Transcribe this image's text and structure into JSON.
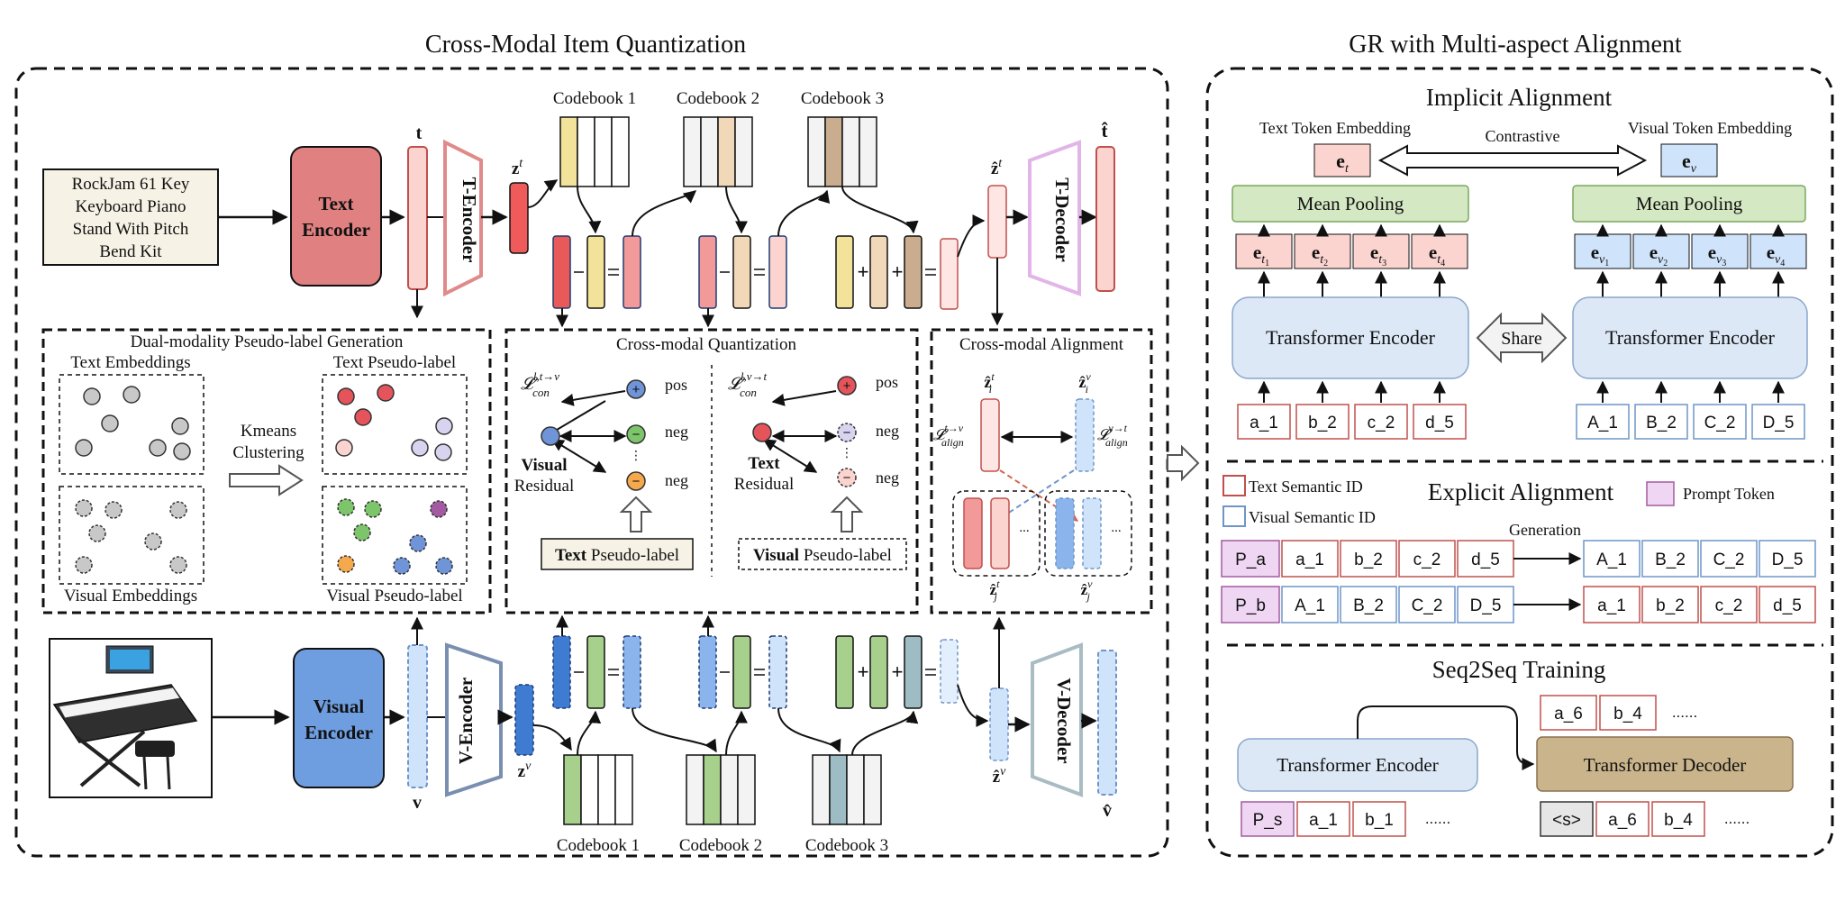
{
  "left_title": "Cross-Modal Item Quantization",
  "right_title": "GR with Multi-aspect Alignment",
  "item_text": [
    "RockJam 61 Key",
    "Keyboard Piano",
    "Stand With Pitch",
    "Bend Kit"
  ],
  "text_encoder": [
    "Text",
    "Encoder"
  ],
  "visual_encoder": [
    "Visual",
    "Encoder"
  ],
  "t_encoder": "T-Encoder",
  "t_decoder": "T-Decoder",
  "v_encoder": "V-Encoder",
  "v_decoder": "V-Decoder",
  "vec_t": "t",
  "vec_zt": "z",
  "vec_zt_sup": "t",
  "vec_zhat_t": "ẑ",
  "vec_that": "t̂",
  "vec_v": "v",
  "vec_zv": "z",
  "vec_zv_sup": "v",
  "vec_zhat_v": "ẑ",
  "vec_vhat": "v̂",
  "codebooks_top": [
    "Codebook 1",
    "Codebook 2",
    "Codebook 3"
  ],
  "codebooks_bottom": [
    "Codebook 1",
    "Codebook 2",
    "Codebook 3"
  ],
  "pseudo_gen": {
    "title": "Dual-modality Pseudo-label Generation",
    "text_emb": "Text Embeddings",
    "text_pl": "Text Pseudo-label",
    "visual_emb": "Visual Embeddings",
    "visual_pl": "Visual Pseudo-label",
    "kmeans": [
      "Kmeans",
      "Clustering"
    ]
  },
  "cm_quant": {
    "title": "Cross-modal Quantization",
    "loss_left": "𝓛",
    "loss_left_sup": "l,t→v",
    "loss_left_sub": "con",
    "loss_right": "𝓛",
    "loss_right_sup": "l,v→t",
    "loss_right_sub": "con",
    "pos": "pos",
    "neg": "neg",
    "left_residual": [
      "Visual",
      "Residual"
    ],
    "right_residual": [
      "Text",
      "Residual"
    ],
    "left_pl_bold": "Text",
    "left_pl_rest": " Pseudo-label",
    "right_pl_bold": "Visual",
    "right_pl_rest": " Pseudo-label"
  },
  "cm_align": {
    "title": "Cross-modal Alignment",
    "loss_left_sup": "t→v",
    "loss_left_sub": "align",
    "loss_right_sup": "v→t",
    "loss_right_sub": "align",
    "zi_t": "ẑ",
    "zi_v": "ẑ",
    "zj_t": "ẑ",
    "zj_v": "ẑ",
    "dots": "..."
  },
  "implicit": {
    "title": "Implicit Alignment",
    "text_token_emb": "Text Token Embedding",
    "visual_token_emb": "Visual Token Embedding",
    "contrastive": "Contrastive",
    "e_t": "e",
    "e_t_sub": "t",
    "e_v": "e",
    "e_v_sub": "v",
    "mean_pooling": "Mean Pooling",
    "text_tokens": [
      "t1",
      "t2",
      "t3",
      "t4"
    ],
    "visual_tokens": [
      "v1",
      "v2",
      "v3",
      "v4"
    ],
    "transformer_encoder": "Transformer Encoder",
    "share": "Share",
    "text_ids": [
      "a_1",
      "b_2",
      "c_2",
      "d_5"
    ],
    "visual_ids": [
      "A_1",
      "B_2",
      "C_2",
      "D_5"
    ]
  },
  "explicit": {
    "title": "Explicit Alignment",
    "legend_text": "Text Semantic ID",
    "legend_visual": "Visual Semantic ID",
    "legend_prompt": "Prompt Token",
    "generation": "Generation",
    "row1_prompt": "P_a",
    "row1_in": [
      "a_1",
      "b_2",
      "c_2",
      "d_5"
    ],
    "row1_out": [
      "A_1",
      "B_2",
      "C_2",
      "D_5"
    ],
    "row2_prompt": "P_b",
    "row2_in": [
      "A_1",
      "B_2",
      "C_2",
      "D_5"
    ],
    "row2_out": [
      "a_1",
      "b_2",
      "c_2",
      "d_5"
    ]
  },
  "seq2seq": {
    "title": "Seq2Seq Training",
    "encoder": "Transformer Encoder",
    "decoder": "Transformer Decoder",
    "enc_inputs": [
      "P_s",
      "a_1",
      "b_1"
    ],
    "dec_inputs": [
      "<s>",
      "a_6",
      "b_4"
    ],
    "dec_outputs": [
      "a_6",
      "b_4"
    ],
    "ellipsis": "......"
  },
  "colors": {
    "text_red": "#f28b8b",
    "text_red_dark": "#c0504d",
    "visual_blue": "#6fa0dd",
    "visual_blue_light": "#cfe3fa",
    "code_yellow": "#f2e29a",
    "code_tan": "#c9ad8e",
    "code_green": "#a8d08d",
    "code_teal": "#9dbcc4",
    "pool_green": "#d5e8c4",
    "enc_blue": "#dce8f6",
    "dec_brown": "#c9b48c",
    "prompt_purple": "#efd7f4"
  }
}
